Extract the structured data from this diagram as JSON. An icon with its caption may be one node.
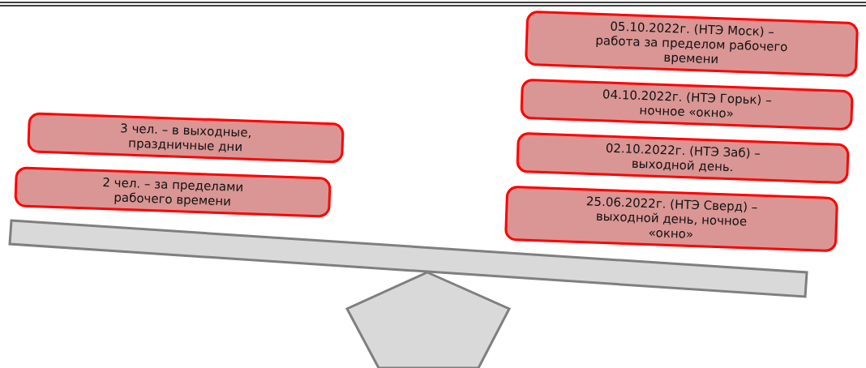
{
  "diagram": {
    "nodes": [
      {
        "text": [
          "3 чел. – в выходные, праздничные дни"
        ]
      },
      {
        "text": [
          "2 чел. – за пределами рабочего времени"
        ]
      },
      {
        "text": [
          "05.10.2022г. (НТЭ Моск) – работа за пределом рабочего времени"
        ]
      },
      {
        "text": [
          "04.10.2022г. (НТЭ Горьк) – ночное «окно»"
        ]
      },
      {
        "text": [
          "02.10.2022г. (НТЭ Заб) – выходной день."
        ]
      },
      {
        "text": [
          "25.06.2022г. (НТЭ Сверд) – выходной день, ночное «окно»"
        ]
      }
    ]
  }
}
